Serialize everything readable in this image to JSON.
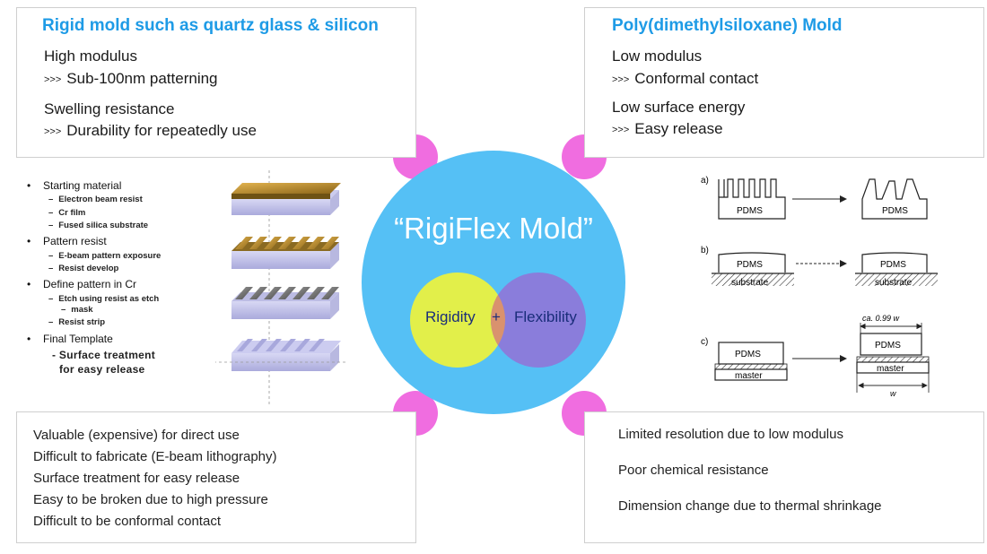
{
  "rigid": {
    "title": "Rigid mold such as quartz glass & silicon",
    "lines": [
      {
        "prefix": "",
        "text": "High modulus"
      },
      {
        "prefix": ">>>",
        "text": "Sub-100nm patterning"
      },
      {
        "prefix": "",
        "text": "Swelling resistance"
      },
      {
        "prefix": ">>>",
        "text": "Durability for repeatedly use"
      }
    ]
  },
  "pdms": {
    "title": "Poly(dimethylsiloxane) Mold",
    "lines": [
      {
        "prefix": "",
        "text": "Low modulus"
      },
      {
        "prefix": ">>>",
        "text": "Conformal contact"
      },
      {
        "prefix": "",
        "text": "Low surface energy"
      },
      {
        "prefix": ">>>",
        "text": "Easy release"
      }
    ]
  },
  "process": {
    "steps": [
      {
        "label": "Starting material",
        "subs": [
          "Electron beam resist",
          "Cr film",
          "Fused silica substrate"
        ]
      },
      {
        "label": "Pattern resist",
        "subs": [
          "E-beam pattern exposure",
          "Resist develop"
        ]
      },
      {
        "label": "Define pattern in Cr",
        "subs": [
          "Etch using resist as etch",
          "mask",
          "Resist strip"
        ]
      },
      {
        "label": "Final Template",
        "subs": []
      }
    ],
    "final_note_1": "- Surface treatment",
    "final_note_2": "for easy release"
  },
  "center": {
    "title": "“RigiFlex Mold”",
    "left": "Rigidity",
    "plus": "+",
    "right": "Flexibility"
  },
  "figure": {
    "labels": [
      "a)",
      "b)",
      "c)"
    ],
    "pdms": "PDMS",
    "substrate": "substrate",
    "master": "master",
    "measure": "ca. 0.99 w",
    "w": "w"
  },
  "rigid_cons": [
    "Valuable (expensive) for direct use",
    "Difficult to fabricate (E-beam lithography)",
    "Surface treatment for easy release",
    "Easy to be broken due to high pressure",
    "Difficult to be conformal contact"
  ],
  "pdms_cons": [
    "Limited resolution due to low modulus",
    "Poor chemical resistance",
    "Dimension change due to thermal shrinkage"
  ],
  "colors": {
    "title_blue": "#1e9be6",
    "circle_blue": "#55c0f5",
    "venn_yellow": "#e2ef4a",
    "venn_purple": "#8a7ddb",
    "venn_overlap": "#d9926e",
    "wedge_pink": "#f06de0"
  }
}
